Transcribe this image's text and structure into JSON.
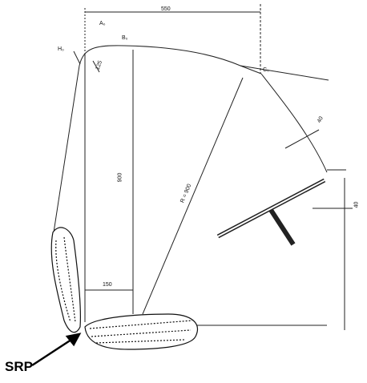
{
  "labels": {
    "dim_top": "550",
    "point_a": "A₀",
    "point_b": "B₀",
    "point_h": "H₀",
    "point_c": "C₀",
    "dim_radius_small": "125",
    "dim_vertical": "900",
    "dim_radius": "R = 900",
    "dim_horizontal": "150",
    "dim_steering_gap": "40",
    "dim_right_gap": "40",
    "srp": "SRP"
  }
}
